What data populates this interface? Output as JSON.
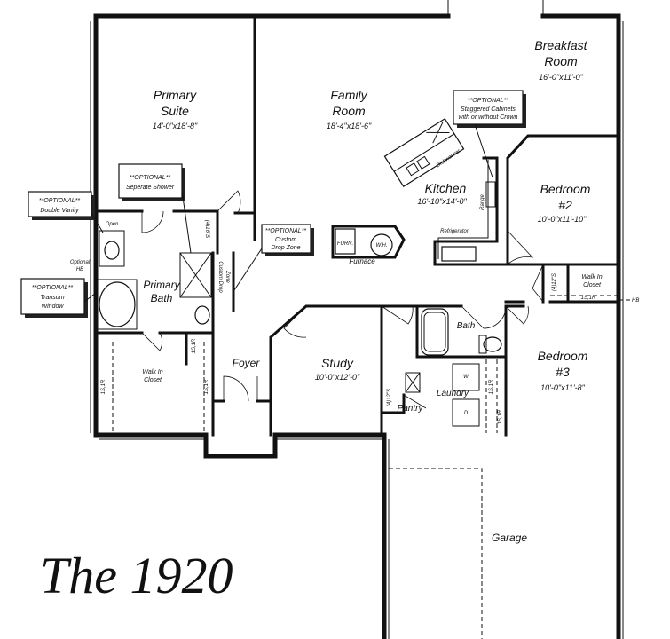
{
  "title": "The 1920",
  "rooms": {
    "breakfast": {
      "name1": "Breakfast",
      "name2": "Room",
      "dims": "16'-0\"x11'-0\""
    },
    "family": {
      "name1": "Family",
      "name2": "Room",
      "dims": "18'-4\"x18'-6\""
    },
    "primary_suite": {
      "name1": "Primary",
      "name2": "Suite",
      "dims": "14'-0\"x18'-8\""
    },
    "kitchen": {
      "name": "Kitchen",
      "dims": "16'-10\"x14'-0\""
    },
    "bedroom2": {
      "name1": "Bedroom",
      "name2": "#2",
      "dims": "10'-0\"x11'-10\""
    },
    "bedroom3": {
      "name1": "Bedroom",
      "name2": "#3",
      "dims": "10'-0\"x11'-8\""
    },
    "study": {
      "name": "Study",
      "dims": "10'-0\"x12'-0\""
    },
    "primary_bath": {
      "name1": "Primary",
      "name2": "Bath"
    },
    "foyer": {
      "name": "Foyer"
    },
    "bath": {
      "name": "Bath"
    },
    "laundry": {
      "name": "Laundry"
    },
    "pantry": {
      "name": "Pantry"
    },
    "garage": {
      "name": "Garage"
    },
    "furnace": {
      "name": "Furnace"
    },
    "walkin_primary": {
      "line1": "Walk In",
      "line2": "Closet"
    },
    "walkin_bed2": {
      "line1": "Walk In",
      "line2": "Closet"
    }
  },
  "fixtures": {
    "furn": "FURN.",
    "wh": "W.H.",
    "refrigerator": "Refrigerator",
    "range": "Range",
    "dishwasher": "Dishwasher",
    "washer": "W",
    "dryer": "D",
    "open": "Open"
  },
  "shelving": {
    "s1": "(4)16\"S",
    "s2": "(4)12\"S",
    "s3": "(4)12\"S",
    "sr1": "1S,1R",
    "sr2": "1S,1R",
    "sr3": "1S,1R",
    "sr4": "1S,1R",
    "sr5": "1S,1R",
    "sr6": "1S,1R"
  },
  "notes": {
    "optional_label": "**OPTIONAL**",
    "shower": "Seperate Shower",
    "vanity": "Double Vanity",
    "transom1": "Transom",
    "transom2": "Window",
    "drop1": "Custom",
    "drop2": "Drop Zone",
    "cabinets1": "Staggered Cabinets",
    "cabinets2": "with or without Crown",
    "custom_drop1": "Custom Drop",
    "custom_drop2": "Zone",
    "hb_optional": "Optional",
    "hb": "HB",
    "hb_right": "HB"
  }
}
